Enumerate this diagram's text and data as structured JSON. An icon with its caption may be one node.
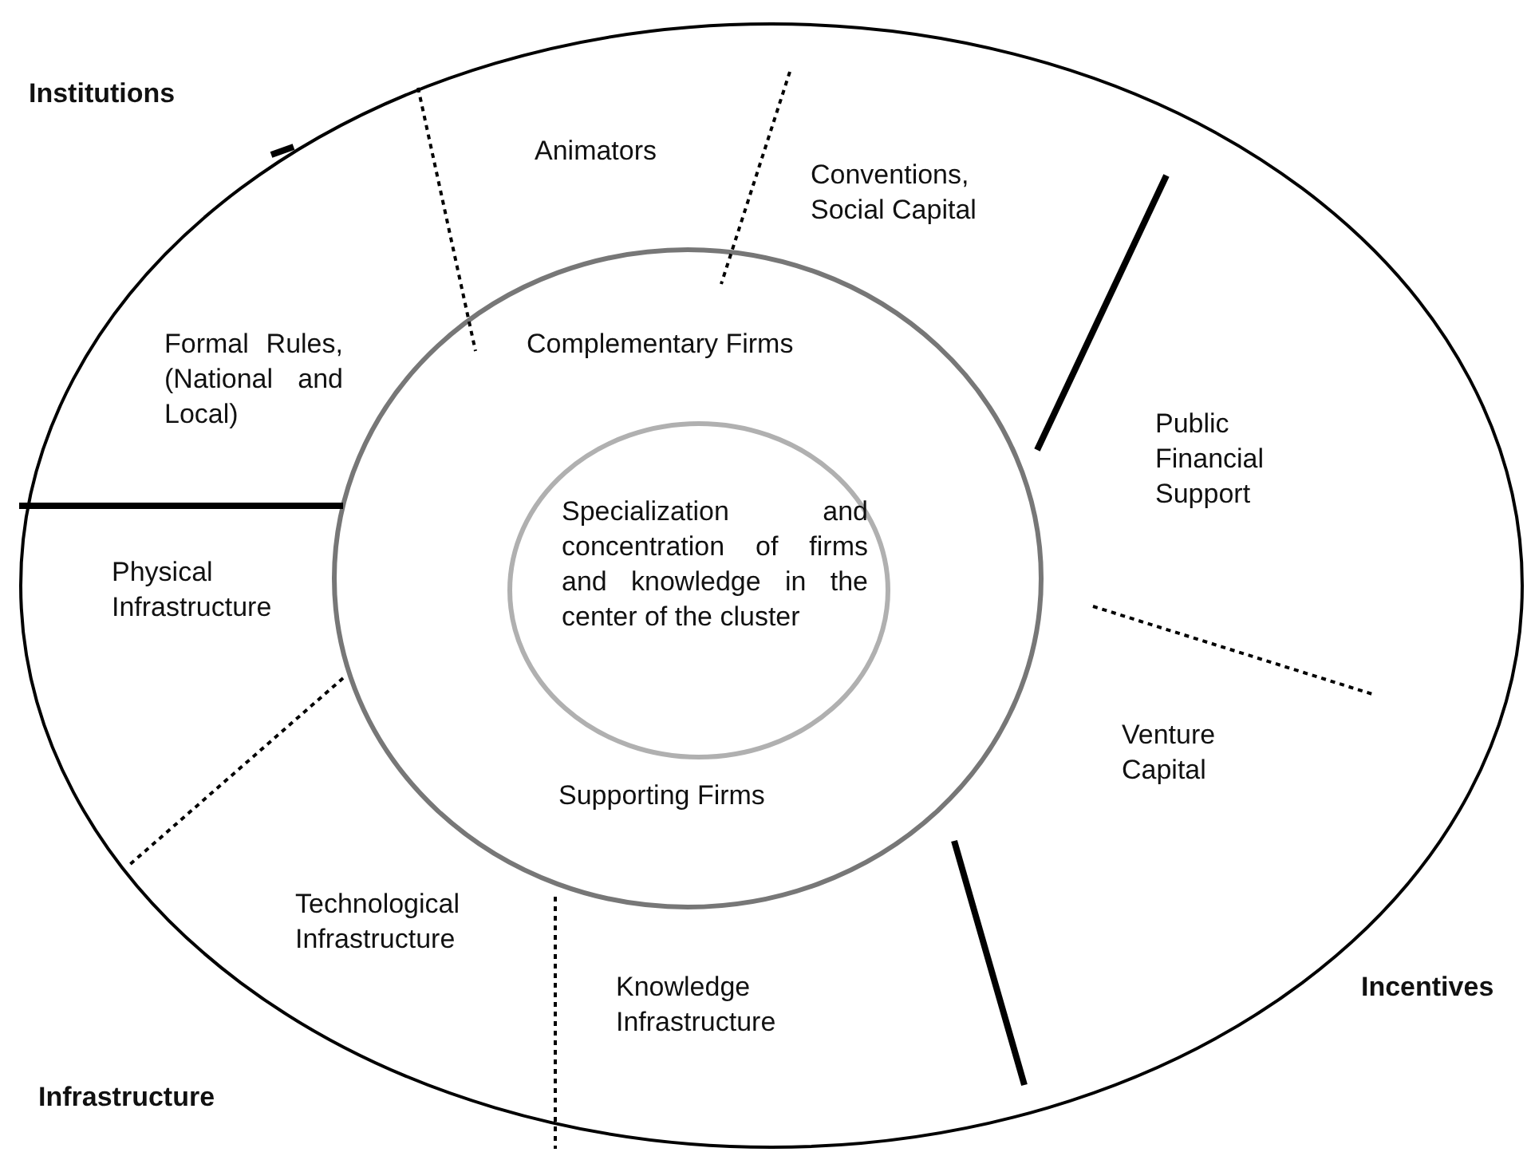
{
  "diagram": {
    "nodes": [
      {
        "text": [],
        "shape": "ellipse"
      },
      {
        "text": [
          "Animators"
        ],
        "in": 0
      },
      {
        "text": [
          "Conventions, Social Capital"
        ],
        "in": 0
      },
      {
        "text": [
          "Formal Rules, (National and Local)"
        ],
        "in": 0
      },
      {
        "text": [
          "Complementary Firms",
          "Supporting Firms"
        ],
        "in": 0
      },
      {
        "text": [
          "Specialization and concentration of firms and knowledge in the center of the cluster"
        ],
        "in": 4
      },
      {
        "text": [
          "Public Financial Support"
        ],
        "in": 0
      },
      {
        "text": [
          "Physical Infrastructure"
        ],
        "in": 0
      },
      {
        "text": [
          "Venture Capital"
        ],
        "in": 0
      },
      {
        "text": [
          "Technological Infrastructure"
        ],
        "in": 0
      },
      {
        "text": [
          "Knowledge Infrastructure"
        ],
        "in": 0
      }
    ],
    "labels": [
      "Institutions",
      "Incentives",
      "Infrastructure"
    ]
  }
}
